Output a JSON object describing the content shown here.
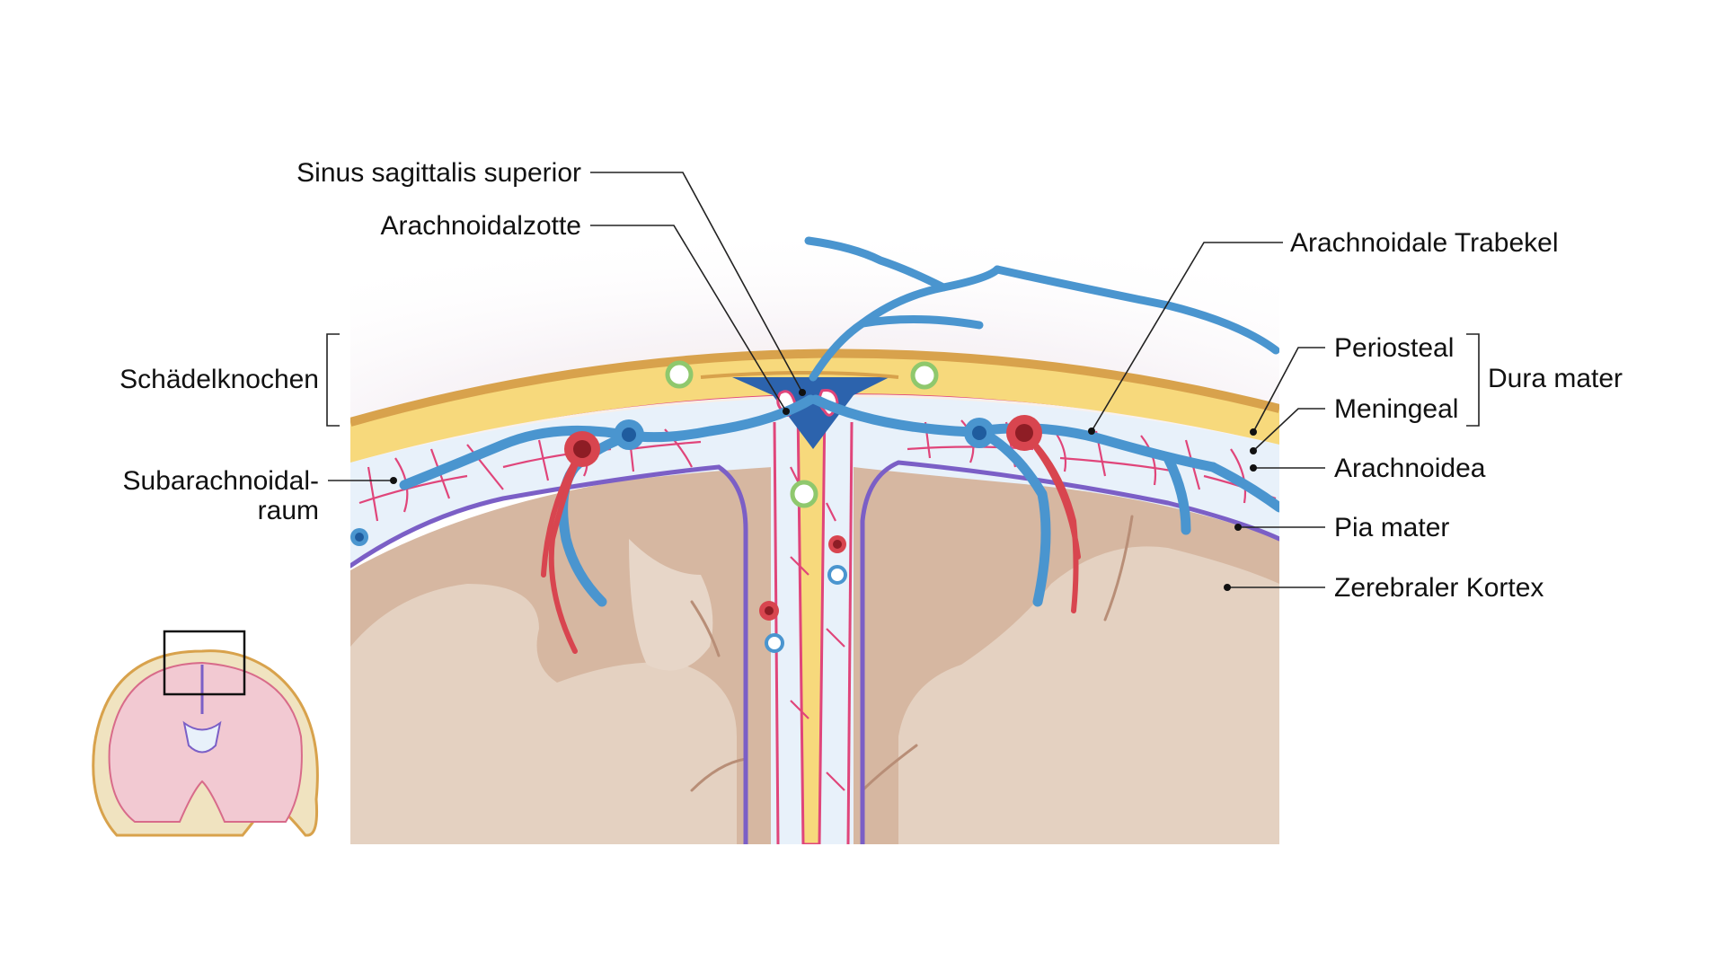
{
  "labels": {
    "sinus": "Sinus sagittalis superior",
    "zotte": "Arachnoidalzotte",
    "trabekel": "Arachnoidale Trabekel",
    "periosteal": "Periosteal",
    "meningeal": "Meningeal",
    "dura": "Dura mater",
    "schaedel": "Schädelknochen",
    "subarach_1": "Subarachnoidal-",
    "subarach_2": "raum",
    "arachnoidea": "Arachnoidea",
    "pia": "Pia mater",
    "kortex": "Zerebraler Kortex"
  },
  "colors": {
    "bone": "#f7d97c",
    "bone_edge": "#d8a24c",
    "dura_line": "#e0457a",
    "csf": "#e8f1fa",
    "cortex": "#dcc3b0",
    "cortex_deep": "#c9a791",
    "pia": "#7b5fc6",
    "vein": "#4a95cf",
    "vein_dark": "#1f5c9e",
    "artery": "#d8454f",
    "sinus": "#2c63ad",
    "granulation": "#8fc86d"
  }
}
